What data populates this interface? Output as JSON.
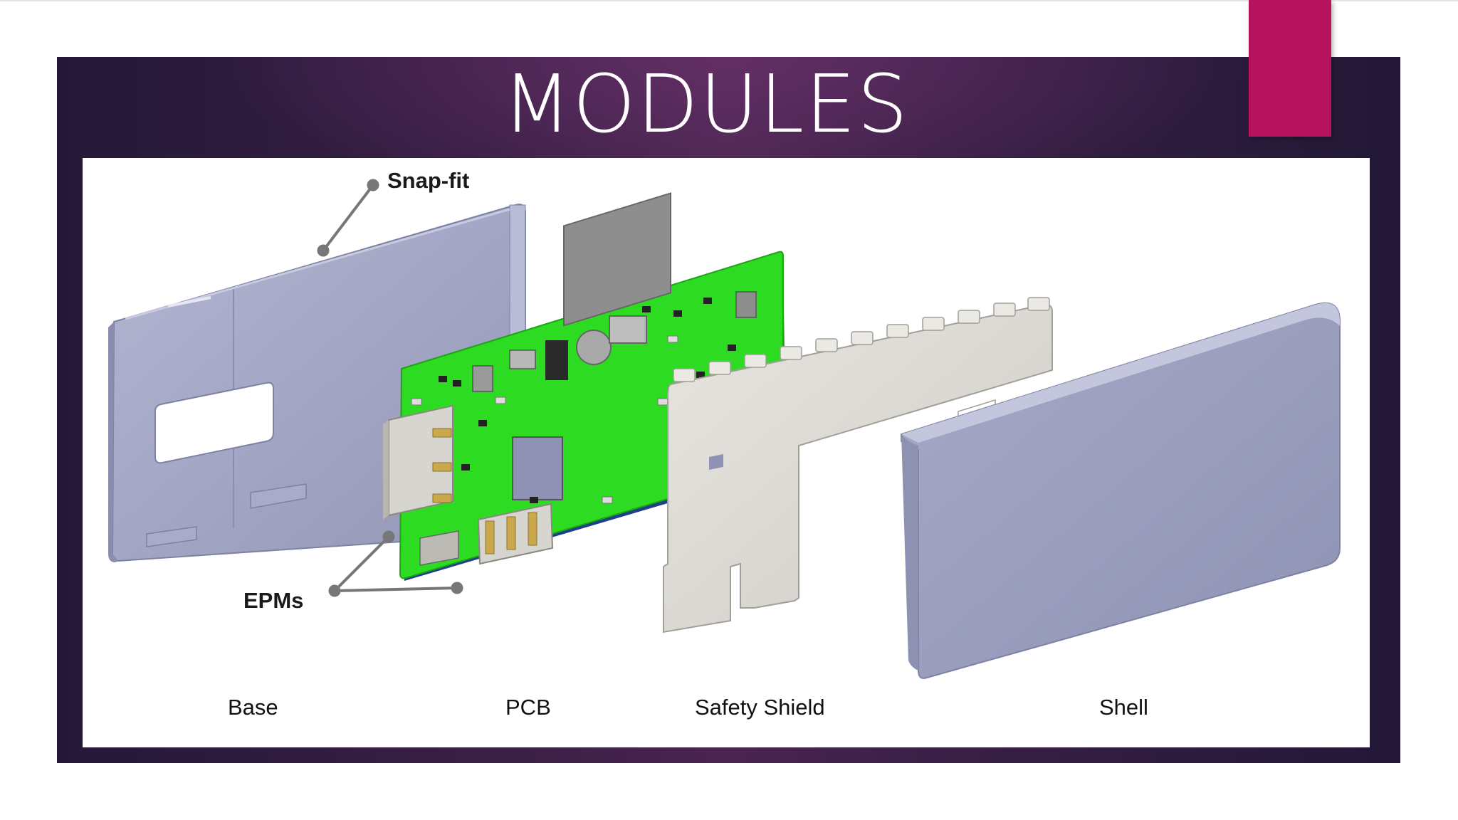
{
  "slide": {
    "title": "MODULES",
    "colors": {
      "background_dark": "#2a1a3e",
      "background_glow": "#4a2550",
      "accent": "#b5135c",
      "pcb_green": "#2ddc22",
      "module_lavender": "#9ea2c2",
      "shield_gray": "#d8d6d1"
    }
  },
  "figure": {
    "callouts": {
      "snap_fit": "Snap-fit",
      "epms": "EPMs"
    },
    "components": {
      "base": "Base",
      "pcb": "PCB",
      "safety_shield": "Safety Shield",
      "shell": "Shell"
    }
  }
}
